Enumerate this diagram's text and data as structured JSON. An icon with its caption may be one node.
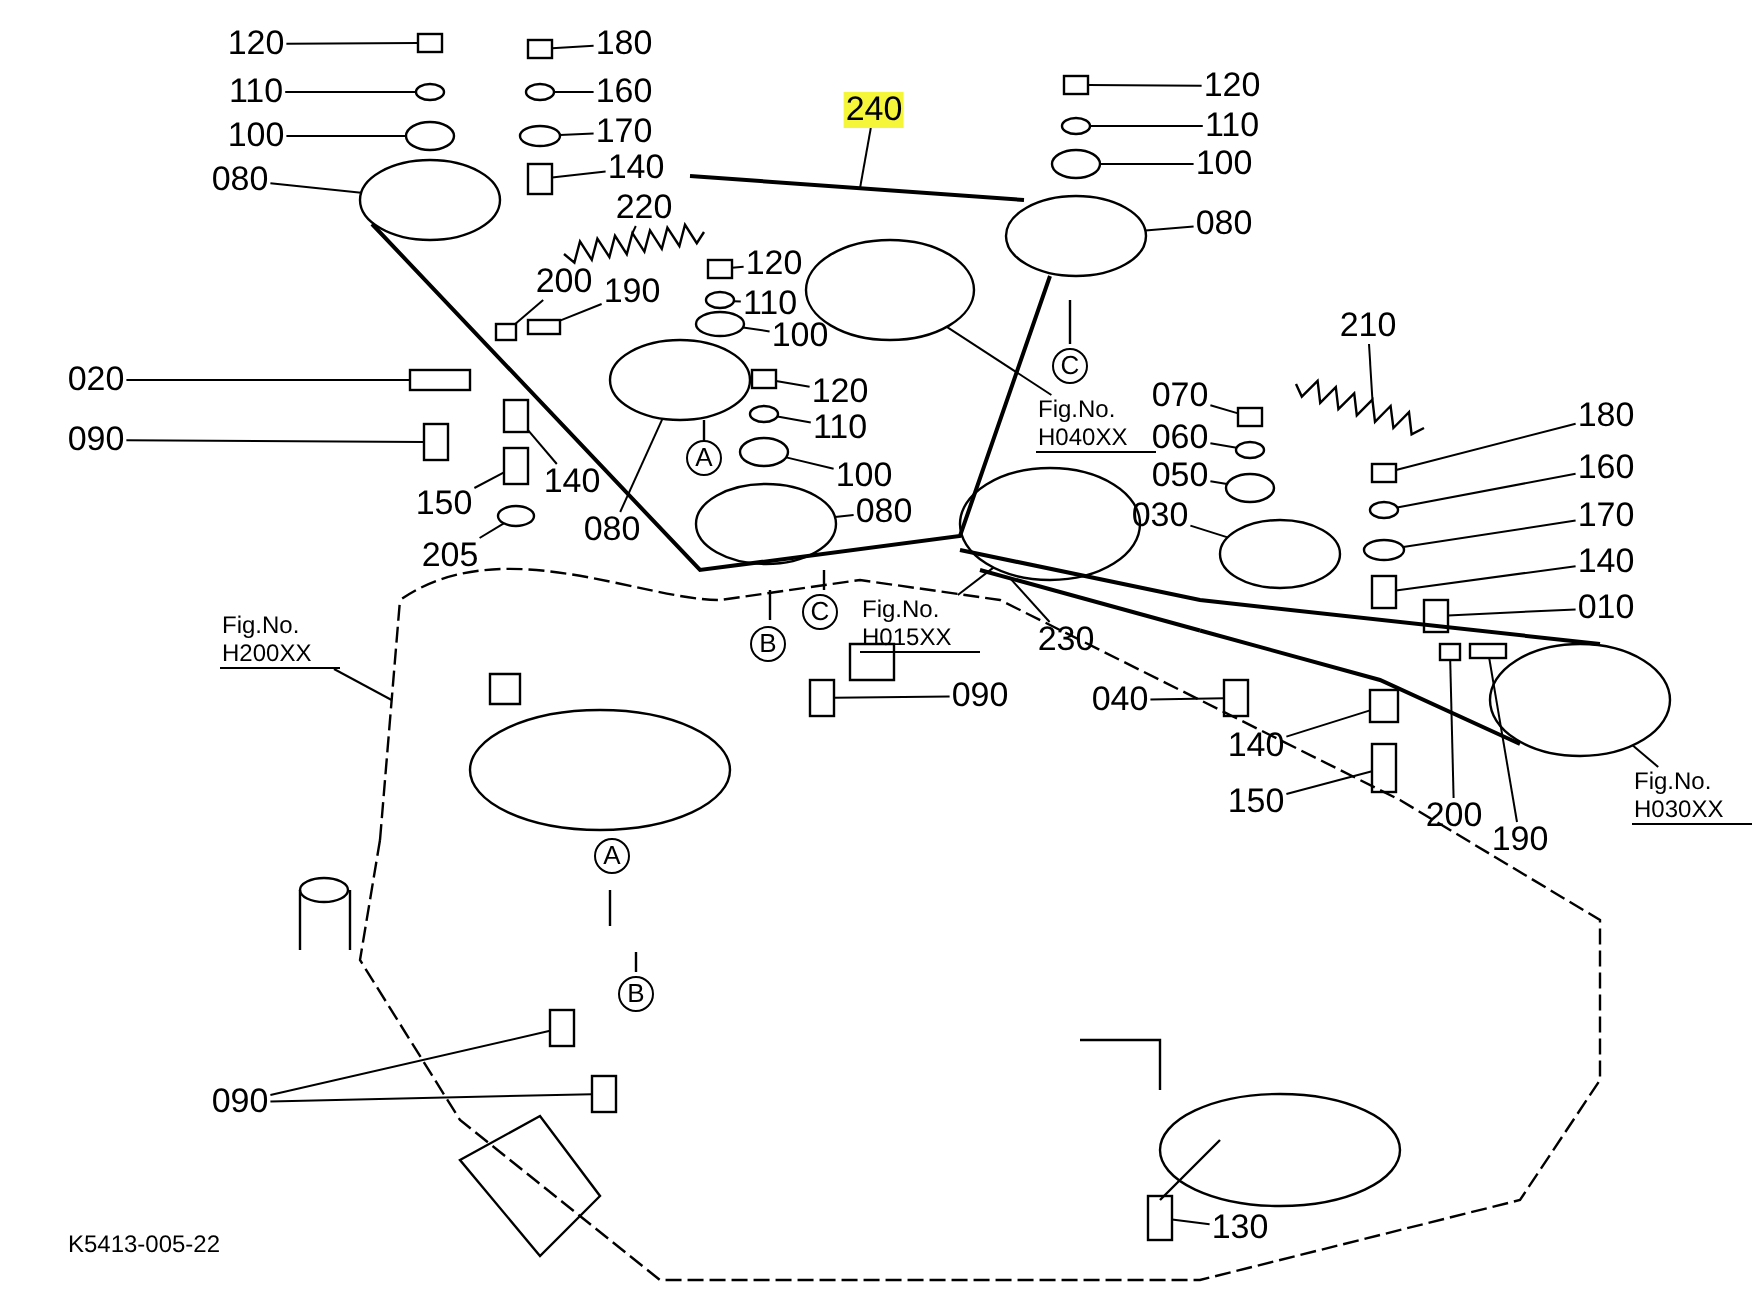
{
  "diagram": {
    "nodes": [
      {
        "text": [
          "120"
        ]
      },
      {
        "text": [
          "110"
        ]
      },
      {
        "text": [
          "100"
        ]
      },
      {
        "text": [
          "080"
        ]
      },
      {
        "text": [
          "180"
        ]
      },
      {
        "text": [
          "160"
        ]
      },
      {
        "text": [
          "170"
        ]
      },
      {
        "text": [
          "140"
        ]
      },
      {
        "text": [
          "220"
        ]
      },
      {
        "text": [
          "240"
        ]
      },
      {
        "text": [
          "120"
        ]
      },
      {
        "text": [
          "110"
        ]
      },
      {
        "text": [
          "100"
        ]
      },
      {
        "text": [
          "080"
        ]
      },
      {
        "text": [
          "120"
        ]
      },
      {
        "text": [
          "200"
        ]
      },
      {
        "text": [
          "190"
        ]
      },
      {
        "text": [
          "110"
        ]
      },
      {
        "text": [
          "100"
        ]
      },
      {
        "text": [
          "020"
        ]
      },
      {
        "text": [
          "120"
        ]
      },
      {
        "text": [
          "110"
        ]
      },
      {
        "text": [
          "090"
        ]
      },
      {
        "text": [
          "100"
        ]
      },
      {
        "text": [
          "150"
        ]
      },
      {
        "text": [
          "140"
        ]
      },
      {
        "text": [
          "080"
        ]
      },
      {
        "text": [
          "080"
        ]
      },
      {
        "text": [
          "205"
        ]
      },
      {
        "text": [
          "210"
        ]
      },
      {
        "text": [
          "070"
        ]
      },
      {
        "text": [
          "060"
        ]
      },
      {
        "text": [
          "050"
        ]
      },
      {
        "text": [
          "030"
        ]
      },
      {
        "text": [
          "180"
        ]
      },
      {
        "text": [
          "160"
        ]
      },
      {
        "text": [
          "170"
        ]
      },
      {
        "text": [
          "140"
        ]
      },
      {
        "text": [
          "010"
        ]
      },
      {
        "text": [
          "230"
        ]
      },
      {
        "text": [
          "090"
        ]
      },
      {
        "text": [
          "040"
        ]
      },
      {
        "text": [
          "140"
        ]
      },
      {
        "text": [
          "150"
        ]
      },
      {
        "text": [
          "200"
        ]
      },
      {
        "text": [
          "190"
        ]
      },
      {
        "text": [
          "090"
        ]
      },
      {
        "text": [
          "130"
        ]
      },
      {
        "text": [
          "Fig.No. H040XX"
        ]
      },
      {
        "text": [
          "Fig.No. H015XX"
        ]
      },
      {
        "text": [
          "Fig.No. H200XX"
        ]
      },
      {
        "text": [
          "Fig.No. H030XX"
        ]
      },
      {
        "text": [],
        "shape": "box"
      },
      {
        "text": [],
        "shape": "circle"
      },
      {
        "text": [],
        "shape": "circle"
      },
      {
        "text": [],
        "shape": "circle"
      },
      {
        "text": [],
        "shape": "box"
      },
      {
        "text": [],
        "shape": "circle"
      },
      {
        "text": [],
        "shape": "circle"
      },
      {
        "text": [],
        "shape": "box"
      },
      {
        "text": [],
        "shape": "spring"
      },
      {
        "text": [],
        "shape": "line"
      },
      {
        "text": [],
        "shape": "box"
      },
      {
        "text": [],
        "shape": "circle"
      },
      {
        "text": [],
        "shape": "circle"
      },
      {
        "text": [],
        "shape": "circle"
      },
      {
        "text": [],
        "shape": "box"
      },
      {
        "text": [],
        "shape": "box"
      },
      {
        "text": [],
        "shape": "box"
      },
      {
        "text": [],
        "shape": "circle"
      },
      {
        "text": [],
        "shape": "circle"
      },
      {
        "text": [],
        "shape": "box"
      },
      {
        "text": [],
        "shape": "box"
      },
      {
        "text": [],
        "shape": "circle"
      },
      {
        "text": [],
        "shape": "box"
      },
      {
        "text": [],
        "shape": "circle"
      },
      {
        "text": [],
        "shape": "box"
      },
      {
        "text": [],
        "shape": "box"
      },
      {
        "text": [],
        "shape": "circle"
      },
      {
        "text": [],
        "shape": "circle"
      },
      {
        "text": [],
        "shape": "circle"
      },
      {
        "text": [],
        "shape": "spring"
      },
      {
        "text": [],
        "shape": "box"
      },
      {
        "text": [],
        "shape": "circle"
      },
      {
        "text": [],
        "shape": "circle"
      },
      {
        "text": [],
        "shape": "circle"
      },
      {
        "text": [],
        "shape": "box"
      },
      {
        "text": [],
        "shape": "circle"
      },
      {
        "text": [],
        "shape": "circle"
      },
      {
        "text": [],
        "shape": "box"
      },
      {
        "text": [],
        "shape": "box"
      },
      {
        "text": [],
        "shape": "line"
      },
      {
        "text": [],
        "shape": "box"
      },
      {
        "text": [],
        "shape": "box"
      },
      {
        "text": [],
        "shape": "box"
      },
      {
        "text": [],
        "shape": "box"
      },
      {
        "text": [],
        "shape": "box"
      },
      {
        "text": [],
        "shape": "box"
      },
      {
        "text": [],
        "shape": "box"
      },
      {
        "text": [],
        "shape": "box"
      },
      {
        "text": [],
        "shape": "box"
      },
      {
        "text": [],
        "shape": "circle"
      },
      {
        "text": [],
        "shape": "circle"
      },
      {
        "text": [],
        "shape": "line"
      },
      {
        "text": [],
        "shape": "circle"
      }
    ],
    "edges": [
      {
        "from": 0,
        "to": 52,
        "arrow": "none"
      },
      {
        "from": 1,
        "to": 53,
        "arrow": "none"
      },
      {
        "from": 2,
        "to": 54,
        "arrow": "none"
      },
      {
        "from": 3,
        "to": 55,
        "arrow": "none"
      },
      {
        "from": 4,
        "to": 56,
        "arrow": "none"
      },
      {
        "from": 5,
        "to": 57,
        "arrow": "none"
      },
      {
        "from": 6,
        "to": 58,
        "arrow": "none"
      },
      {
        "from": 7,
        "to": 59,
        "arrow": "none"
      },
      {
        "from": 8,
        "to": 60,
        "arrow": "none"
      },
      {
        "from": 9,
        "to": 61,
        "arrow": "none"
      },
      {
        "from": 10,
        "to": 62,
        "arrow": "none"
      },
      {
        "from": 11,
        "to": 63,
        "arrow": "none"
      },
      {
        "from": 12,
        "to": 64,
        "arrow": "none"
      },
      {
        "from": 13,
        "to": 65,
        "arrow": "none"
      },
      {
        "from": 14,
        "to": 66,
        "arrow": "none"
      },
      {
        "from": 15,
        "to": 67,
        "arrow": "none"
      },
      {
        "from": 16,
        "to": 68,
        "arrow": "none"
      },
      {
        "from": 17,
        "to": 69,
        "arrow": "none"
      },
      {
        "from": 18,
        "to": 70,
        "arrow": "none"
      },
      {
        "from": 19,
        "to": 71,
        "arrow": "none"
      },
      {
        "from": 20,
        "to": 72,
        "arrow": "none"
      },
      {
        "from": 21,
        "to": 73,
        "arrow": "none"
      },
      {
        "from": 22,
        "to": 74,
        "arrow": "none"
      },
      {
        "from": 23,
        "to": 75,
        "arrow": "none"
      },
      {
        "from": 24,
        "to": 76,
        "arrow": "none"
      },
      {
        "from": 25,
        "to": 77,
        "arrow": "none"
      },
      {
        "from": 26,
        "to": 78,
        "arrow": "none"
      },
      {
        "from": 27,
        "to": 79,
        "arrow": "none"
      },
      {
        "from": 28,
        "to": 80,
        "arrow": "none"
      },
      {
        "from": 29,
        "to": 81,
        "arrow": "none"
      },
      {
        "from": 30,
        "to": 82,
        "arrow": "none"
      },
      {
        "from": 31,
        "to": 83,
        "arrow": "none"
      },
      {
        "from": 32,
        "to": 84,
        "arrow": "none"
      },
      {
        "from": 33,
        "to": 85,
        "arrow": "none"
      },
      {
        "from": 34,
        "to": 86,
        "arrow": "none"
      },
      {
        "from": 35,
        "to": 87,
        "arrow": "none"
      },
      {
        "from": 36,
        "to": 88,
        "arrow": "none"
      },
      {
        "from": 37,
        "to": 89,
        "arrow": "none"
      },
      {
        "from": 38,
        "to": 90,
        "arrow": "none"
      },
      {
        "from": 39,
        "to": 91,
        "arrow": "none"
      },
      {
        "from": 40,
        "to": 92,
        "arrow": "none"
      },
      {
        "from": 41,
        "to": 93,
        "arrow": "none"
      },
      {
        "from": 42,
        "to": 94,
        "arrow": "none"
      },
      {
        "from": 43,
        "to": 95,
        "arrow": "none"
      },
      {
        "from": 44,
        "to": 96,
        "arrow": "none"
      },
      {
        "from": 45,
        "to": 97,
        "arrow": "none"
      },
      {
        "from": 46,
        "to": 98,
        "arrow": "none"
      },
      {
        "from": 46,
        "to": 99,
        "arrow": "none"
      },
      {
        "from": 47,
        "to": 100,
        "arrow": "none"
      },
      {
        "from": 48,
        "to": 101,
        "arrow": "none"
      },
      {
        "from": 49,
        "to": 102,
        "arrow": "none"
      },
      {
        "from": 50,
        "to": 103,
        "arrow": "none"
      },
      {
        "from": 51,
        "to": 104,
        "arrow": "none"
      }
    ],
    "labels": [
      "C",
      "A",
      "C",
      "B",
      "A",
      "B",
      "K5413-005-22"
    ]
  }
}
